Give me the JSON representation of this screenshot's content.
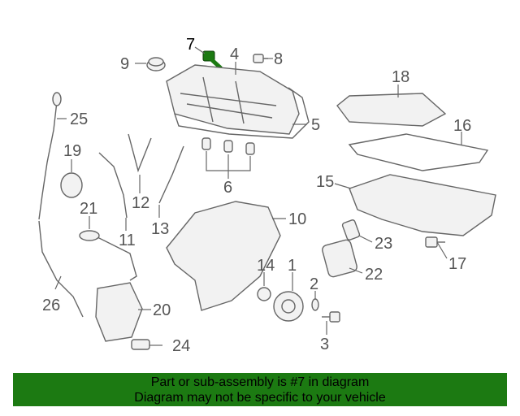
{
  "diagram": {
    "callouts": [
      "1",
      "2",
      "3",
      "4",
      "5",
      "6",
      "7",
      "8",
      "9",
      "10",
      "11",
      "12",
      "13",
      "14",
      "15",
      "16",
      "17",
      "18",
      "19",
      "20",
      "21",
      "22",
      "23",
      "24",
      "25",
      "26"
    ],
    "highlight_color": "#1c7a12"
  },
  "footer": {
    "line1": "Part or sub-assembly is #7 in diagram",
    "line2": "Diagram may not be specific to your vehicle",
    "background": "#1c7a12"
  }
}
